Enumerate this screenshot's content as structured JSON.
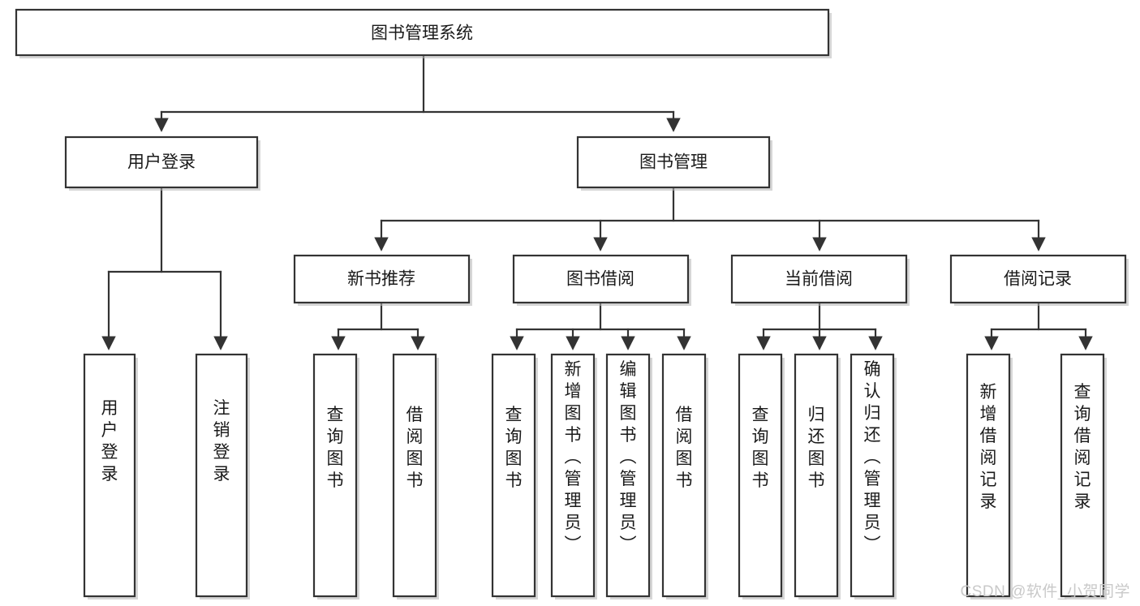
{
  "diagram": {
    "title": "图书管理系统",
    "type": "functional-hierarchy-tree",
    "root": {
      "id": "root",
      "label": "图书管理系统"
    },
    "level2": [
      {
        "id": "user-login",
        "label": "用户登录"
      },
      {
        "id": "book-management",
        "label": "图书管理"
      }
    ],
    "level3": [
      {
        "id": "new-book-recommend",
        "label": "新书推荐",
        "parent": "book-management"
      },
      {
        "id": "book-borrow",
        "label": "图书借阅",
        "parent": "book-management"
      },
      {
        "id": "current-borrow",
        "label": "当前借阅",
        "parent": "book-management"
      },
      {
        "id": "borrow-record",
        "label": "借阅记录",
        "parent": "book-management"
      }
    ],
    "leaves": [
      {
        "id": "leaf-user-login",
        "label": "用户登录",
        "parent": "user-login"
      },
      {
        "id": "leaf-logout-login",
        "label": "注销登录",
        "parent": "user-login"
      },
      {
        "id": "leaf-query-book-1",
        "label": "查询图书",
        "parent": "new-book-recommend"
      },
      {
        "id": "leaf-borrow-book-1",
        "label": "借阅图书",
        "parent": "new-book-recommend"
      },
      {
        "id": "leaf-query-book-2",
        "label": "查询图书",
        "parent": "book-borrow"
      },
      {
        "id": "leaf-add-book",
        "label": "新增图书（管理员）",
        "parent": "book-borrow"
      },
      {
        "id": "leaf-edit-book",
        "label": "编辑图书（管理员）",
        "parent": "book-borrow"
      },
      {
        "id": "leaf-borrow-book-2",
        "label": "借阅图书",
        "parent": "book-borrow"
      },
      {
        "id": "leaf-query-book-3",
        "label": "查询图书",
        "parent": "current-borrow"
      },
      {
        "id": "leaf-return-book",
        "label": "归还图书",
        "parent": "current-borrow"
      },
      {
        "id": "leaf-confirm-return",
        "label": "确认归还（管理员）",
        "parent": "current-borrow"
      },
      {
        "id": "leaf-add-record",
        "label": "新增借阅记录",
        "parent": "borrow-record"
      },
      {
        "id": "leaf-query-record",
        "label": "查询借阅记录",
        "parent": "borrow-record"
      }
    ]
  },
  "watermark": {
    "text": "CSDN @软件_小贺同学"
  },
  "colors": {
    "background": "#ffffff",
    "box_stroke": "#333333",
    "box_fill": "#ffffff",
    "text": "#1a1a1a",
    "shadow": "#b5b5b5",
    "watermark": "#c9c9c9"
  }
}
